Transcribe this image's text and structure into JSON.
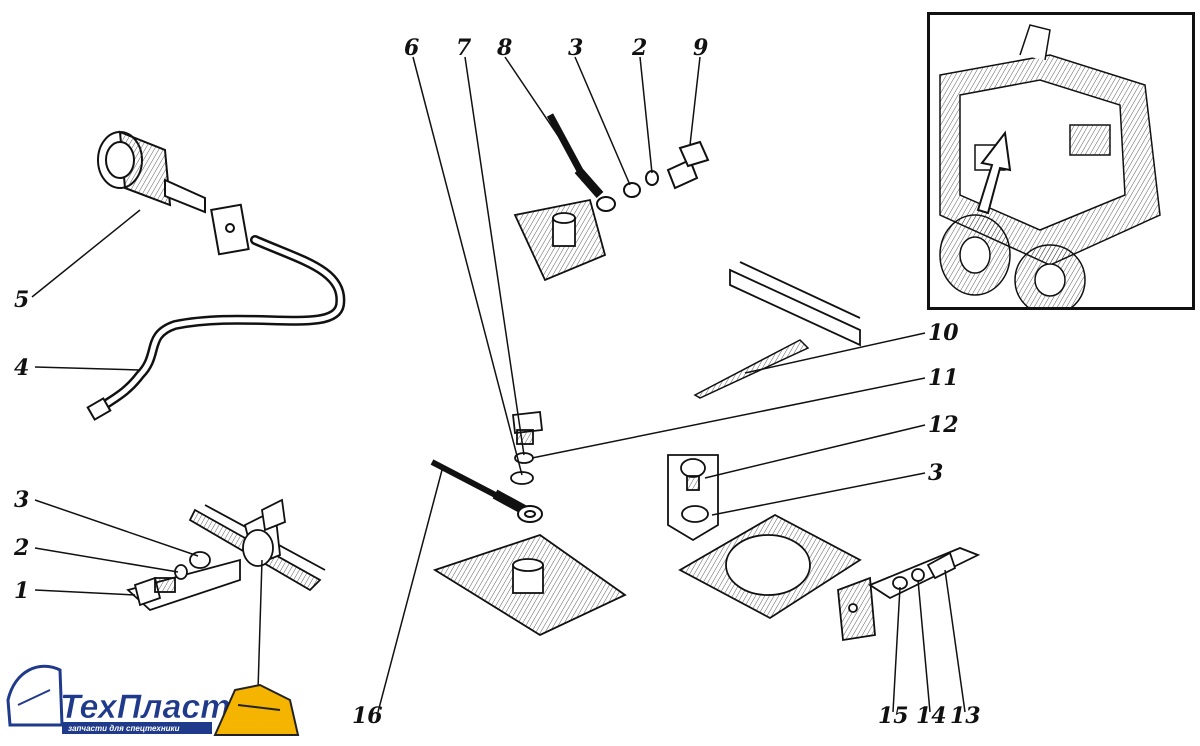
{
  "callouts": [
    "6",
    "7",
    "8",
    "3",
    "2",
    "9",
    "5",
    "4",
    "10",
    "11",
    "12",
    "3",
    "3",
    "2",
    "1",
    "16",
    "15",
    "14",
    "13"
  ],
  "logo": {
    "brand": "ТехПласт",
    "tagline": "запчасти для спецтехники",
    "colors": {
      "brand": "#1f3a8a",
      "accent": "#f5b400"
    }
  }
}
